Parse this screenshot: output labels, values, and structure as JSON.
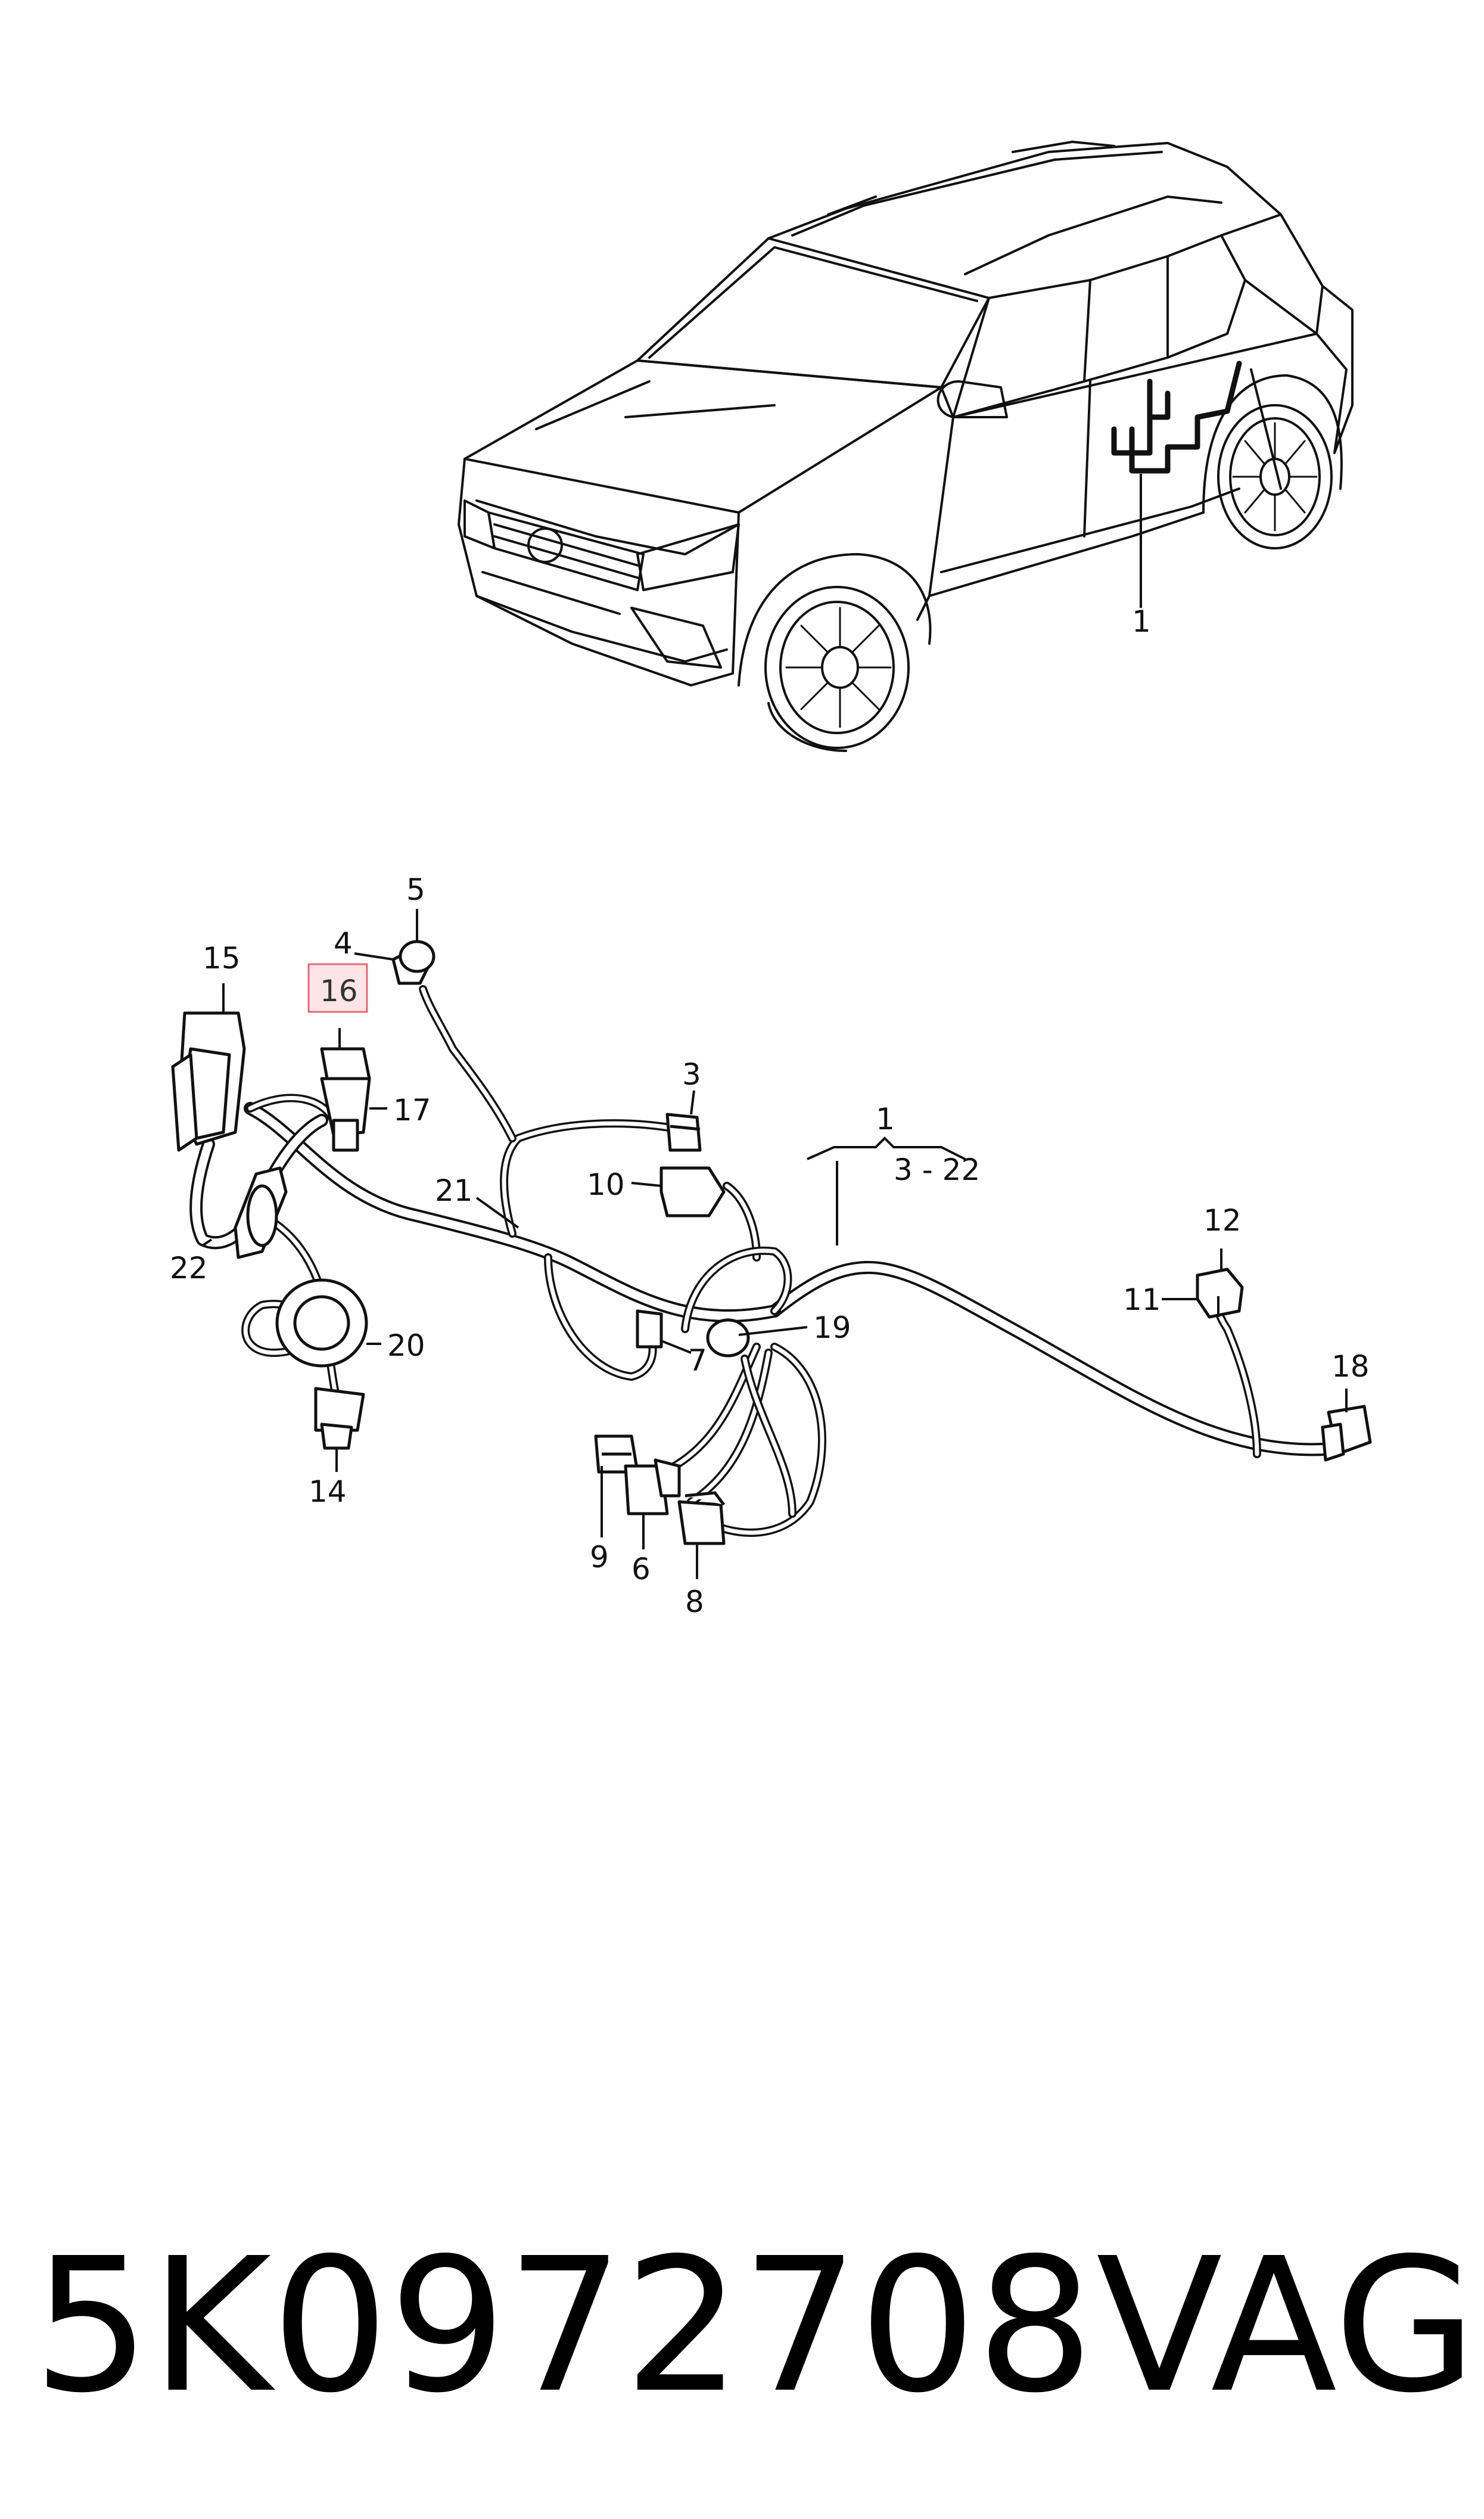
{
  "callouts": {
    "c1_car": "1",
    "c1_harness": "1",
    "c1_range": "3 - 22",
    "c3": "3",
    "c4": "4",
    "c5": "5",
    "c6": "6",
    "c7": "7",
    "c8": "8",
    "c9": "9",
    "c10": "10",
    "c11": "11",
    "c12": "12",
    "c14": "14",
    "c15": "15",
    "c16": "16",
    "c17": "17",
    "c18": "18",
    "c19": "19",
    "c20": "20",
    "c21": "21",
    "c22": "22"
  },
  "footer": {
    "part_number": "5K0972708",
    "brand": "VAG"
  },
  "colors": {
    "line": "#111111",
    "highlight_box_fill": "#fde4e6",
    "highlight_box_stroke": "#e06b78"
  }
}
